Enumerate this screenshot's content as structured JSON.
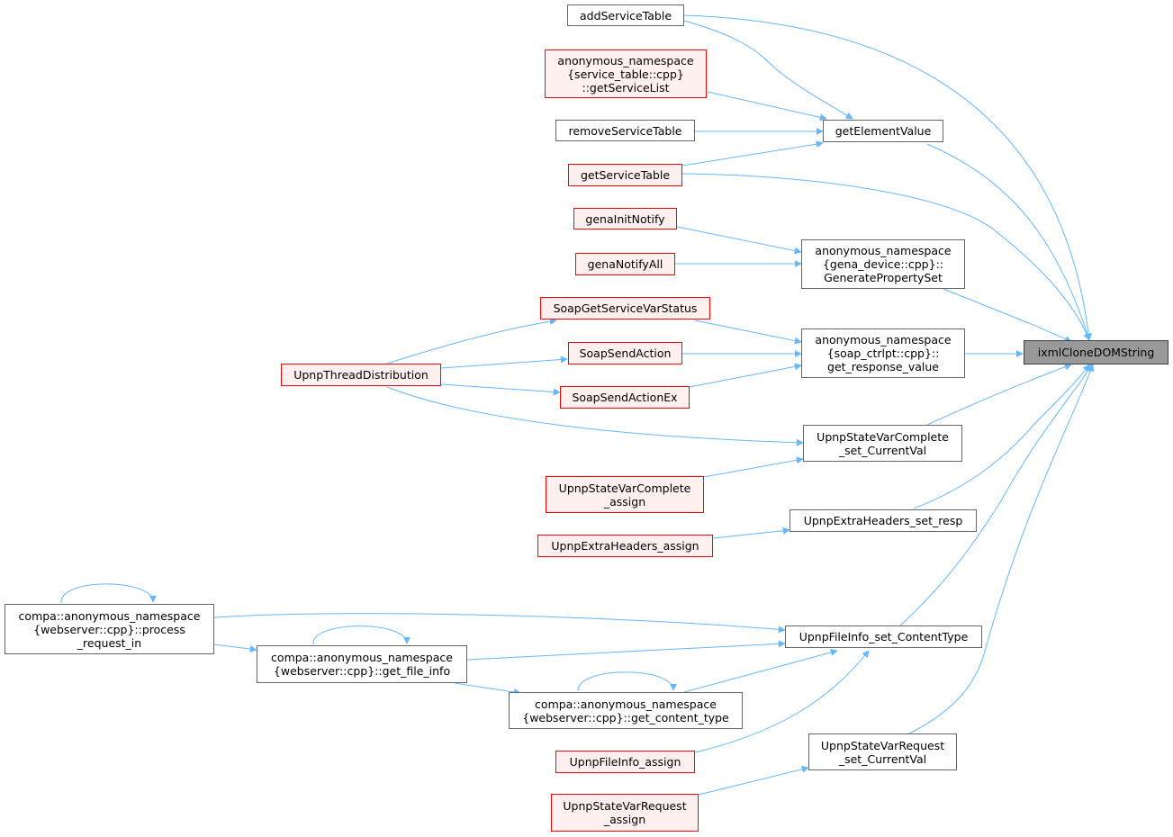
{
  "colors": {
    "edge": "#63b8ff",
    "node_border": "#666666",
    "node_fill": "#ffffff",
    "red_border": "#ff0000",
    "red_fill": "#fff0f0",
    "root_fill": "#999999"
  },
  "nodes": {
    "root": "ixmlCloneDOMString",
    "addServiceTable": "addServiceTable",
    "getServiceList": "anonymous_namespace\n{service_table::cpp}\n::getServiceList",
    "removeServiceTable": "removeServiceTable",
    "getServiceTable": "getServiceTable",
    "getElementValue": "getElementValue",
    "genaInitNotify": "genaInitNotify",
    "genaNotifyAll": "genaNotifyAll",
    "GeneratePropertySet": "anonymous_namespace\n{gena_device::cpp}::\nGeneratePropertySet",
    "SoapGetServiceVarStatus": "SoapGetServiceVarStatus",
    "SoapSendAction": "SoapSendAction",
    "SoapSendActionEx": "SoapSendActionEx",
    "UpnpThreadDistribution": "UpnpThreadDistribution",
    "get_response_value": "anonymous_namespace\n{soap_ctrlpt::cpp}::\nget_response_value",
    "UpnpStateVarComplete_set_CurrentVal": "UpnpStateVarComplete\n_set_CurrentVal",
    "UpnpStateVarComplete_assign": "UpnpStateVarComplete\n_assign",
    "UpnpExtraHeaders_set_resp": "UpnpExtraHeaders_set_resp",
    "UpnpExtraHeaders_assign": "UpnpExtraHeaders_assign",
    "process_request_in": "compa::anonymous_namespace\n{webserver::cpp}::process\n_request_in",
    "get_file_info": "compa::anonymous_namespace\n{webserver::cpp}::get_file_info",
    "get_content_type": "compa::anonymous_namespace\n{webserver::cpp}::get_content_type",
    "UpnpFileInfo_set_ContentType": "UpnpFileInfo_set_ContentType",
    "UpnpFileInfo_assign": "UpnpFileInfo_assign",
    "UpnpStateVarRequest_set_CurrentVal": "UpnpStateVarRequest\n_set_CurrentVal",
    "UpnpStateVarRequest_assign": "UpnpStateVarRequest\n_assign"
  }
}
